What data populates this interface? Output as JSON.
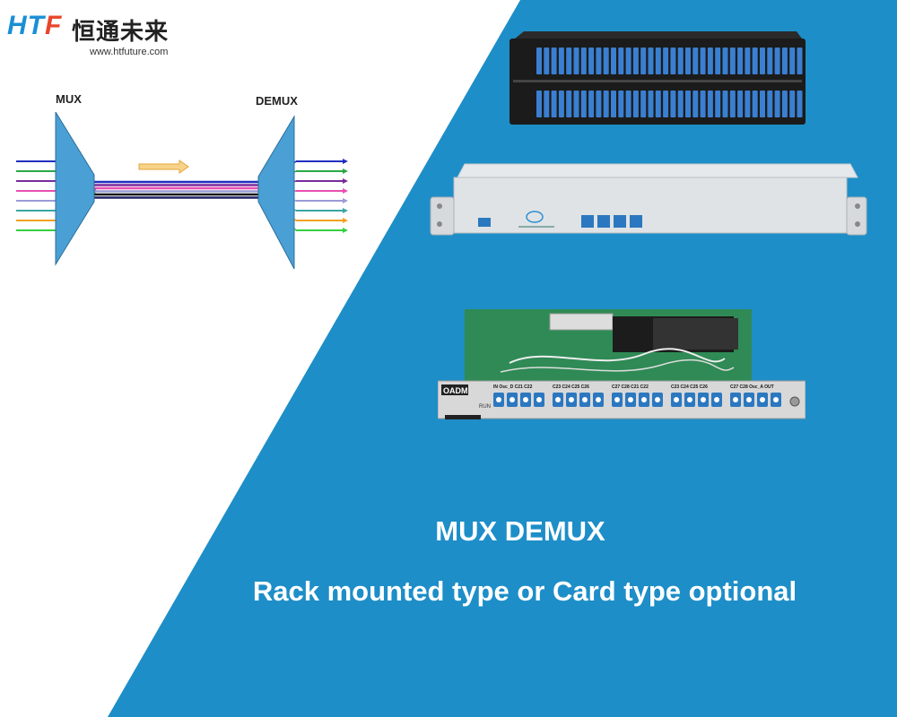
{
  "logo": {
    "mark_left": "HT",
    "mark_accent": "F",
    "chinese_name": "恒通未来",
    "url": "www.htfuture.com"
  },
  "diagram": {
    "mux_label": "MUX",
    "demux_label": "DEMUX",
    "wavelength_colors": [
      "#1f2fbf",
      "#2aa845",
      "#7a2a9a",
      "#e84fb0",
      "#9b9bd8",
      "#3aa6a6",
      "#f2a020",
      "#35d040"
    ]
  },
  "devices": {
    "card_label": "OADM",
    "card_run_label": "RUN",
    "card_port_groups": [
      "IN Osc_D C21 C22",
      "C23 C24 C25 C26",
      "C27 C28 C21 C22",
      "C23 C24 C25 C26",
      "C27 C28 Osc_A OUT"
    ]
  },
  "captions": {
    "title": "MUX DEMUX",
    "subtitle": "Rack mounted type or Card type optional"
  },
  "colors": {
    "background_blue": "#1d8ec8",
    "brand_blue": "#1a8fd6",
    "brand_red": "#e8462b"
  }
}
